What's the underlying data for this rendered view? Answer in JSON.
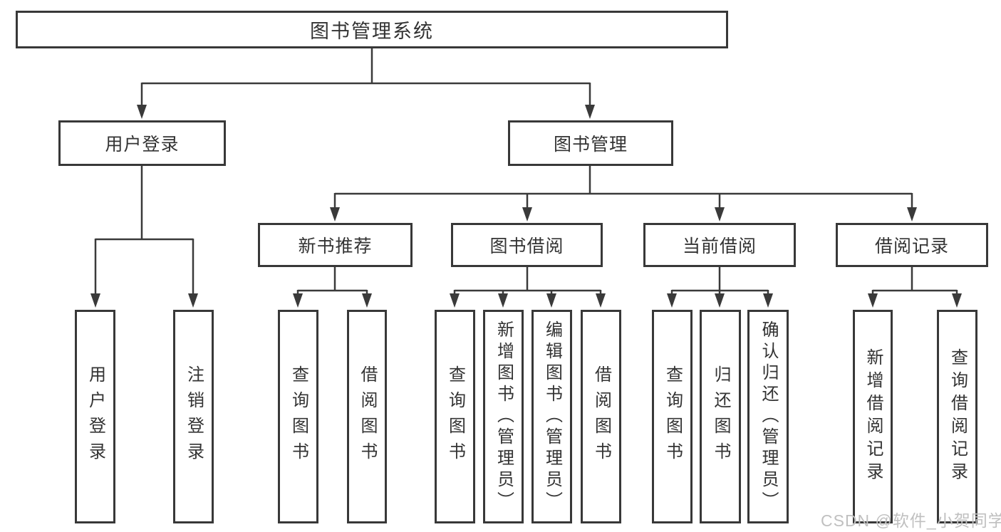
{
  "diagram": {
    "title": "图书管理系统",
    "nodes": {
      "root": {
        "label": "图书管理系统"
      },
      "user_login": {
        "label": "用户登录"
      },
      "book_mgmt": {
        "label": "图书管理"
      },
      "new_book_rec": {
        "label": "新书推荐"
      },
      "book_borrow": {
        "label": "图书借阅"
      },
      "current_borrow": {
        "label": "当前借阅"
      },
      "borrow_records": {
        "label": "借阅记录"
      },
      "leaf_user_login": {
        "label": "用户登录"
      },
      "leaf_logout": {
        "label": "注销登录"
      },
      "leaf_query_book_1": {
        "label": "查询图书"
      },
      "leaf_borrow_book_1": {
        "label": "借阅图书"
      },
      "leaf_query_book_2": {
        "label": "查询图书"
      },
      "leaf_add_book": {
        "label": "新增图书（管理员）"
      },
      "leaf_edit_book": {
        "label": "编辑图书（管理员）"
      },
      "leaf_borrow_book_2": {
        "label": "借阅图书"
      },
      "leaf_query_book_3": {
        "label": "查询图书"
      },
      "leaf_return_book": {
        "label": "归还图书"
      },
      "leaf_confirm_return": {
        "label": "确认归还（管理员）"
      },
      "leaf_add_borrow_record": {
        "label": "新增借阅记录"
      },
      "leaf_query_borrow_record": {
        "label": "查询借阅记录"
      }
    },
    "edges": [
      [
        "root",
        "user_login"
      ],
      [
        "root",
        "book_mgmt"
      ],
      [
        "user_login",
        "leaf_user_login"
      ],
      [
        "user_login",
        "leaf_logout"
      ],
      [
        "book_mgmt",
        "new_book_rec"
      ],
      [
        "book_mgmt",
        "book_borrow"
      ],
      [
        "book_mgmt",
        "current_borrow"
      ],
      [
        "book_mgmt",
        "borrow_records"
      ],
      [
        "new_book_rec",
        "leaf_query_book_1"
      ],
      [
        "new_book_rec",
        "leaf_borrow_book_1"
      ],
      [
        "book_borrow",
        "leaf_query_book_2"
      ],
      [
        "book_borrow",
        "leaf_add_book"
      ],
      [
        "book_borrow",
        "leaf_edit_book"
      ],
      [
        "book_borrow",
        "leaf_borrow_book_2"
      ],
      [
        "current_borrow",
        "leaf_query_book_3"
      ],
      [
        "current_borrow",
        "leaf_return_book"
      ],
      [
        "current_borrow",
        "leaf_confirm_return"
      ],
      [
        "borrow_records",
        "leaf_add_borrow_record"
      ],
      [
        "borrow_records",
        "leaf_query_borrow_record"
      ]
    ],
    "colors": {
      "line": "#3a3a3a",
      "border": "#383838",
      "text": "#333333",
      "background": "#ffffff",
      "watermark": "#c0c0c0"
    }
  },
  "watermark": {
    "text": "CSDN @软件_小贺同学"
  }
}
